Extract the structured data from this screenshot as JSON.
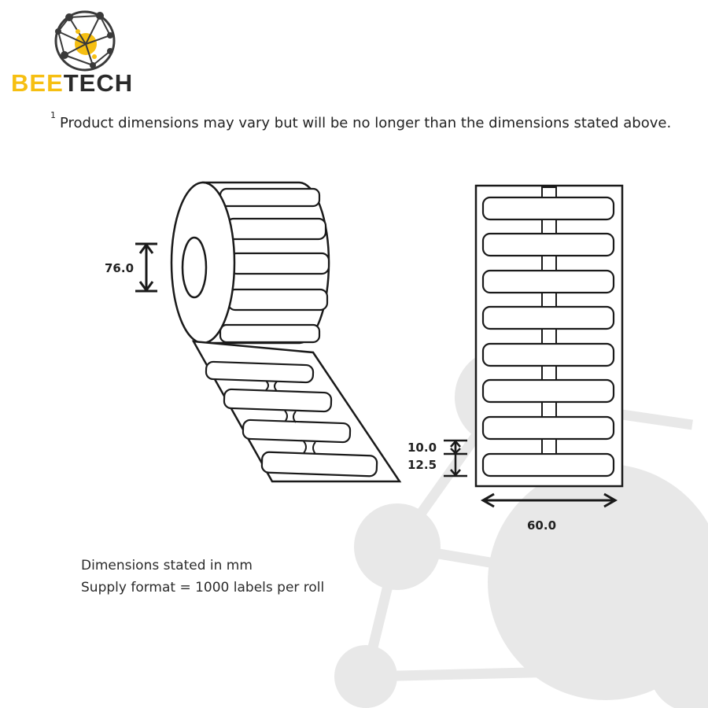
{
  "brand": {
    "name_part1": "BEE",
    "name_part2": "TECH",
    "logo_icon": "network-globe-icon",
    "accent_color": "#f6bf12",
    "dark_color": "#2a2a2a"
  },
  "note": {
    "superscript": "1",
    "text": "Product dimensions may vary but will be no longer than the dimensions stated above."
  },
  "dimensions": {
    "roll_core": "76.0",
    "label_height": "10.0",
    "label_pitch": "12.5",
    "roll_width": "60.0"
  },
  "footer": {
    "line1": "Dimensions stated in mm",
    "line2": "Supply format = 1000 labels per roll"
  },
  "colors": {
    "line": "#1a1a1a",
    "watermark": "#e6e6e6"
  }
}
